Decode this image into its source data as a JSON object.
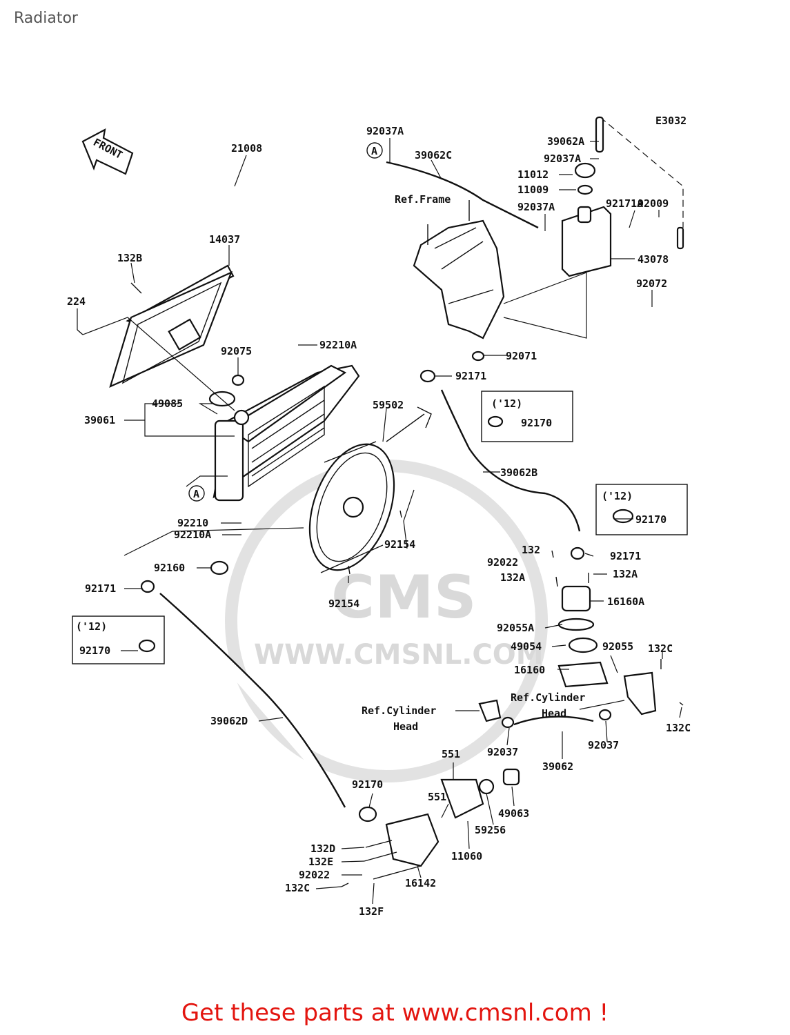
{
  "page": {
    "title": "Radiator",
    "footer": "Get these parts at www.cmsnl.com !"
  },
  "diagram": {
    "code": "E3032",
    "front_arrow": "FRONT",
    "watermark_logo": "CMS",
    "watermark_url": "WWW.CMSNL.COM",
    "ref_mark": "A",
    "year_note": "('12)",
    "ref_frame": "Ref.Frame",
    "ref_cylinder": "Ref.Cylinder",
    "ref_head": "Head",
    "labels": {
      "p21008": "21008",
      "p14037": "14037",
      "p132B": "132B",
      "p224": "224",
      "p92075": "92075",
      "p92210A_top": "92210A",
      "p49085": "49085",
      "p39061": "39061",
      "p92210": "92210",
      "p92210A": "92210A",
      "p92160": "92160",
      "p92171_left": "92171",
      "p92170_left": "92170",
      "p39062D": "39062D",
      "p92037A_top": "92037A",
      "p39062C": "39062C",
      "p39062A": "39062A",
      "p92037A_mid": "92037A",
      "p11012": "11012",
      "p11009": "11009",
      "p92009": "92009",
      "p92037A_low": "92037A",
      "p92171A": "92171A",
      "p43078": "43078",
      "p92072": "92072",
      "p92071": "92071",
      "p92171_top": "92171",
      "p59502": "59502",
      "p92170_box1": "92170",
      "p39062B": "39062B",
      "p92170_box2": "92170",
      "p92154_a": "92154",
      "p92154_b": "92154",
      "p132": "132",
      "p92022": "92022",
      "p132A_left": "132A",
      "p92171_right": "92171",
      "p132A_right": "132A",
      "p16160A": "16160A",
      "p92055A": "92055A",
      "p49054": "49054",
      "p92055": "92055",
      "p132C_top": "132C",
      "p16160": "16160",
      "p132C_right": "132C",
      "p92037_left": "92037",
      "p92037_right": "92037",
      "p39062": "39062",
      "p551_top": "551",
      "p551_mid": "551",
      "p49063": "49063",
      "p59256": "59256",
      "p11060": "11060",
      "p92170_bottom": "92170",
      "p132D": "132D",
      "p132E": "132E",
      "p92022_bottom": "92022",
      "p132C_bottom": "132C",
      "p16142": "16142",
      "p132F": "132F"
    }
  }
}
